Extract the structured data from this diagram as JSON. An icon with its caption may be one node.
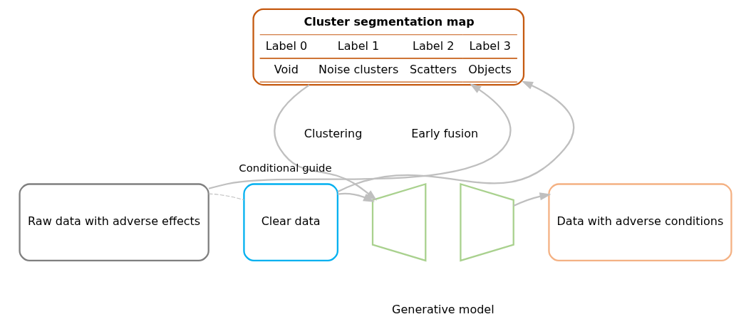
{
  "diagram": {
    "nodes": [
      {
        "text": [
          "Cluster segmentation map",
          "Label 0",
          "Label 1",
          "Label 2",
          "Label 3",
          "Void",
          "Noise clusters",
          "Scatters",
          "Objects"
        ]
      },
      {
        "text": [
          "Raw data with adverse effects"
        ]
      },
      {
        "text": [
          "Clear data"
        ]
      },
      {
        "text": [],
        "shape": "trapezium"
      },
      {
        "text": [],
        "shape": "trapezium"
      },
      {
        "text": [
          "Data with adverse conditions"
        ]
      }
    ],
    "edges": [
      {
        "from": 1,
        "to": 0,
        "arrow": "to"
      },
      {
        "from": 2,
        "to": 0,
        "arrow": "to"
      },
      {
        "from": 1,
        "to": 2,
        "arrow": "none",
        "style": "dashed"
      },
      {
        "from": 0,
        "to": 3,
        "arrow": "to",
        "label": "Conditional guide"
      },
      {
        "from": 2,
        "to": 3,
        "arrow": "to"
      },
      {
        "from": 4,
        "to": 5,
        "arrow": "to"
      }
    ],
    "labels": [
      "Clustering",
      "Early fusion",
      "Generative model"
    ]
  }
}
